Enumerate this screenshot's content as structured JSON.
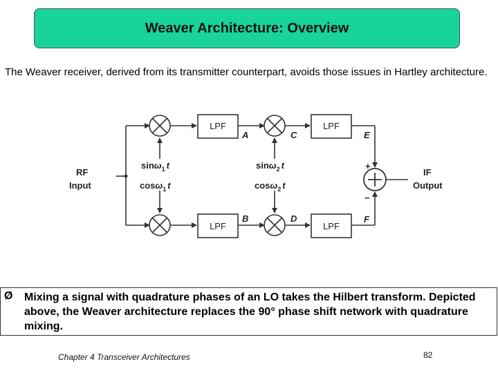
{
  "title": "Weaver Architecture: Overview",
  "intro": "The Weaver receiver, derived from its transmitter counterpart, avoids those issues in Hartley architecture.",
  "diagram": {
    "input_label_1": "RF",
    "input_label_2": "Input",
    "output_label_1": "IF",
    "output_label_2": "Output",
    "lpf_label": "LPF",
    "node_a": "A",
    "node_b": "B",
    "node_c": "C",
    "node_d": "D",
    "node_e": "E",
    "node_f": "F",
    "lo1_sin": "sin",
    "lo1_cos": "cos",
    "lo2_sin": "sin",
    "lo2_cos": "cos",
    "omega": "ω",
    "sub1": "1",
    "sub2": "2",
    "t": "t",
    "plus": "+",
    "minus": "−"
  },
  "bullet": {
    "marker": "Ø",
    "text": "Mixing a signal with quadrature phases of an LO takes the Hilbert transform. Depicted above, the Weaver architecture replaces the 90° phase shift network with quadrature mixing."
  },
  "footer": "Chapter 4 Transceiver Architectures",
  "page_number": "82"
}
